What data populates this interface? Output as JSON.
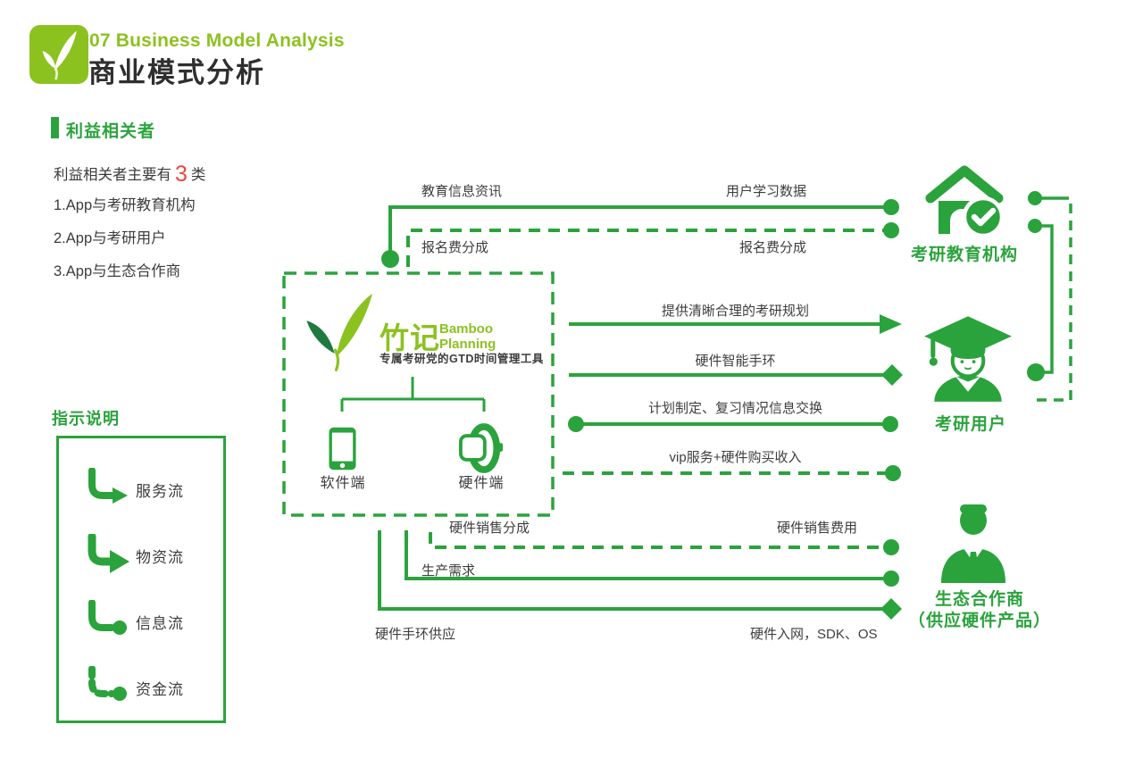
{
  "header": {
    "logo_icon": "leaf-check-icon",
    "title_en": "07 Business Model Analysis",
    "title_zh": "商业模式分析"
  },
  "section": {
    "title": "利益相关者"
  },
  "intro": {
    "lead_prefix": "利益相关者主要有",
    "lead_count": "3",
    "lead_suffix": "类",
    "items": [
      "1.App与考研教育机构",
      "2.App与考研用户",
      "3.App与生态合作商"
    ]
  },
  "legend": {
    "title": "指示说明",
    "items": [
      {
        "icon": "service-flow-icon",
        "label": "服务流"
      },
      {
        "icon": "material-flow-icon",
        "label": "物资流"
      },
      {
        "icon": "info-flow-icon",
        "label": "信息流"
      },
      {
        "icon": "capital-flow-icon",
        "label": "资金流"
      }
    ]
  },
  "app_box": {
    "name_zh": "竹记",
    "name_en_line1": "Bamboo",
    "name_en_line2": "Planning",
    "tagline": "专属考研党的GTD时间管理工具",
    "terminals": [
      {
        "icon": "phone-icon",
        "label": "软件端"
      },
      {
        "icon": "watch-icon",
        "label": "硬件端"
      }
    ]
  },
  "entities": [
    {
      "icon": "education-institution-icon",
      "label": "考研教育机构"
    },
    {
      "icon": "graduate-user-icon",
      "label": "考研用户"
    },
    {
      "icon": "eco-partner-icon",
      "label": "生态合作商",
      "sublabel": "（供应硬件产品）"
    }
  ],
  "flows": [
    {
      "label": "教育信息资讯",
      "style": "solid-dot"
    },
    {
      "label": "用户学习数据",
      "style": "solid-dot"
    },
    {
      "label": "报名费分成",
      "style": "dashed-dot"
    },
    {
      "label": "报名费分成",
      "style": "dashed-dot"
    },
    {
      "label": "提供清晰合理的考研规划",
      "style": "solid-arrow"
    },
    {
      "label": "硬件智能手环",
      "style": "solid-diamond"
    },
    {
      "label": "计划制定、复习情况信息交换",
      "style": "solid-dot-both"
    },
    {
      "label": "vip服务+硬件购买收入",
      "style": "dashed-dot"
    },
    {
      "label": "硬件销售分成",
      "style": "dashed-dot"
    },
    {
      "label": "硬件销售费用",
      "style": "dashed-dot"
    },
    {
      "label": "生产需求",
      "style": "solid-dot"
    },
    {
      "label": "硬件手环供应",
      "style": "solid-diamond"
    },
    {
      "label": "硬件入网，SDK、OS",
      "style": "solid-diamond"
    }
  ],
  "colors": {
    "diagram_green": "#2ba33d",
    "lime_green": "#8cc220",
    "dark_leaf_green": "#1f7a40",
    "text_dark": "#3c3c3c",
    "count_red": "#e8493a"
  }
}
